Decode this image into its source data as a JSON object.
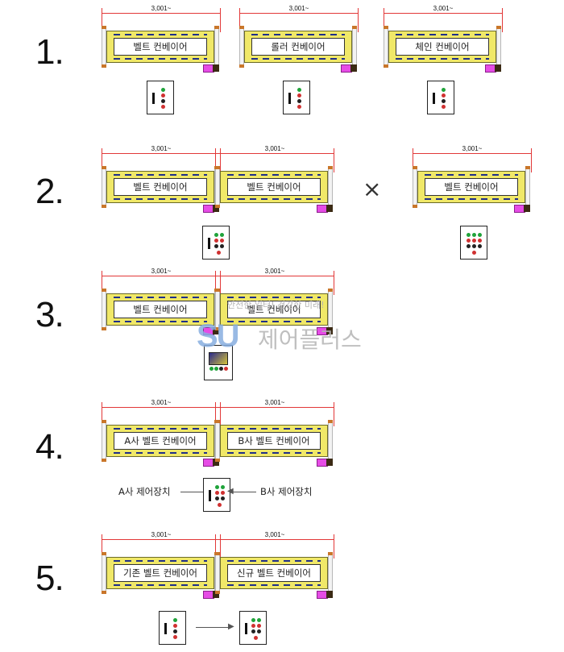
{
  "dimension": "3,001~",
  "rows": [
    {
      "number": "1.",
      "labels": [
        "벨트 컨베이어",
        "롤러 컨베이어",
        "체인 컨베이어"
      ]
    },
    {
      "number": "2.",
      "labels": [
        "벨트 컨베이어",
        "벨트 컨베이어",
        "벨트 컨베이어"
      ],
      "x_symbol": "×"
    },
    {
      "number": "3.",
      "labels": [
        "벨트 컨베이어",
        "벨트 컨베이어"
      ]
    },
    {
      "number": "4.",
      "labels": [
        "A사 벨트 컨베이어",
        "B사 벨트 컨베이어"
      ],
      "captions": {
        "left": "A사 제어장치",
        "right": "B사 제어장치"
      }
    },
    {
      "number": "5.",
      "labels": [
        "기존 벨트 컨베이어",
        "신규 벨트 컨베이어"
      ]
    }
  ],
  "watermark": {
    "logo": "SU",
    "name": "제어플러스",
    "slogan": "안전한 일터! 건강한 미래!"
  },
  "colors": {
    "belt": "#f0e868",
    "dimension": "#e23838",
    "motor": "#e64ce6",
    "watermark_logo": "#88aee0"
  }
}
